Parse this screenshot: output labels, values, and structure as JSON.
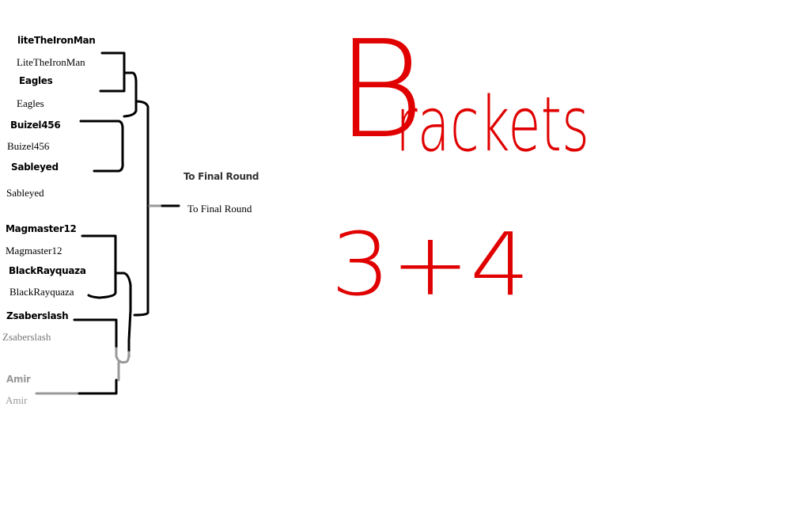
{
  "bracket": {
    "entries": [
      {
        "bold": "liteTheIronMan",
        "plain": "LiteTheIronMan"
      },
      {
        "bold": "Eagles",
        "plain": "Eagles"
      },
      {
        "bold": "Buizel456",
        "plain": "Buizel456"
      },
      {
        "bold": "Sableyed",
        "plain": "Sableyed"
      },
      {
        "bold": "Magmaster12",
        "plain": "Magmaster12"
      },
      {
        "bold": "BlackRayquaza",
        "plain": "BlackRayquaza"
      },
      {
        "bold": "Zsaberslash",
        "plain": "Zsaberslash"
      },
      {
        "bold": "Amir",
        "plain": "Amir"
      }
    ],
    "final": {
      "bold": "To Final Round",
      "plain": "To Final Round"
    }
  },
  "handwriting": {
    "title": "Brackets",
    "title_first": "B",
    "title_rest": "rackets",
    "subtitle": "3+4"
  },
  "colors": {
    "ink": "#000000",
    "faded": "#999999",
    "red": "#e00000"
  }
}
